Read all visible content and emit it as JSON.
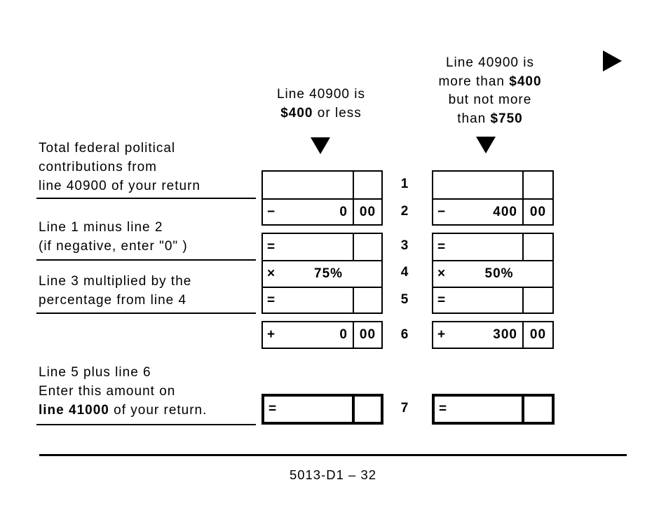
{
  "ink_color": "#000000",
  "paper_color": "#ffffff",
  "headers": {
    "col1": {
      "line1": "Line 40900 is",
      "line2_bold": "$400",
      "line2_rest": " or less"
    },
    "col2": {
      "line1": "Line 40900 is",
      "line2_pre": "more than ",
      "line2_bold": "$400",
      "line3": "but not more",
      "line4_pre": "than ",
      "line4_bold": "$750"
    }
  },
  "labels": {
    "contributions": {
      "line1": "Total federal political",
      "line2": "contributions from",
      "line3": "line 40900 of your return"
    },
    "minus": {
      "line1": "Line 1 minus line 2",
      "line2": "(if negative, enter \"0\" )"
    },
    "multiply": {
      "line1": "Line 3 multiplied by the",
      "line2": "percentage from line 4"
    },
    "total": {
      "line1": "Line 5 plus line 6",
      "line2": "Enter this amount on",
      "line3_bold": "line 41000",
      "line3_rest": " of your return."
    }
  },
  "line_numbers": [
    "1",
    "2",
    "3",
    "4",
    "5",
    "6",
    "7"
  ],
  "boxes": {
    "col1": {
      "row2": {
        "op": "−",
        "dollars": "0",
        "cents": "00"
      },
      "row3": {
        "op": "="
      },
      "row4": {
        "op": "×",
        "value": "75%"
      },
      "row5": {
        "op": "="
      },
      "row6": {
        "op": "+",
        "dollars": "0",
        "cents": "00"
      },
      "row7": {
        "op": "="
      }
    },
    "col2": {
      "row2": {
        "op": "−",
        "dollars": "400",
        "cents": "00"
      },
      "row3": {
        "op": "="
      },
      "row4": {
        "op": "×",
        "value": "50%"
      },
      "row5": {
        "op": "="
      },
      "row6": {
        "op": "+",
        "dollars": "300",
        "cents": "00"
      },
      "row7": {
        "op": "="
      }
    }
  },
  "footer": {
    "code": "5013-D1 – 32"
  }
}
